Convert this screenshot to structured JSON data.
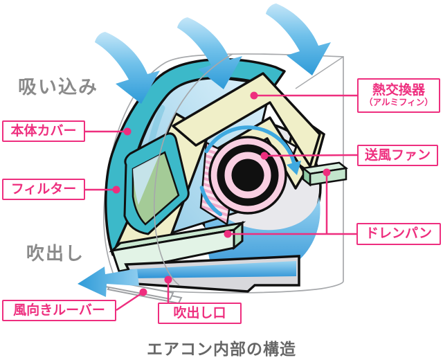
{
  "title": "エアコン内部の構造",
  "flow_labels": {
    "intake": "吸い込み",
    "blowout": "吹出し"
  },
  "labels": {
    "body_cover": "本体カバー",
    "filter": "フィルター",
    "heat_exchanger": "熱交換器",
    "heat_exchanger_sub": "（アルミフィン）",
    "fan": "送風ファン",
    "drain_pan": "ドレンパン",
    "louver": "風向きルーバー",
    "outlet": "吹出し口"
  },
  "colors": {
    "accent_pink": "#EE2E7E",
    "flow_text_gray": "#8A8A8A",
    "title_gray": "#666666",
    "arrow_blue": "#2E9BD8",
    "arrow_blue_light": "#C4E6F8",
    "rotation_arrow_blue": "#3FA9E0",
    "cover_teal": "#3CB9C9",
    "filter_green": "#A4CB97",
    "hx_yellow": "#F0EFC8",
    "fan_pink": "#F9CFE2",
    "barrel_pink": "#EFA9C9",
    "drain_green": "#D8EFDE",
    "scroll_gray": "#E8E8EC",
    "duct_gray": "#D8D8DC",
    "casing_line_gray": "#A6A8AB",
    "outline_black": "#101010"
  }
}
